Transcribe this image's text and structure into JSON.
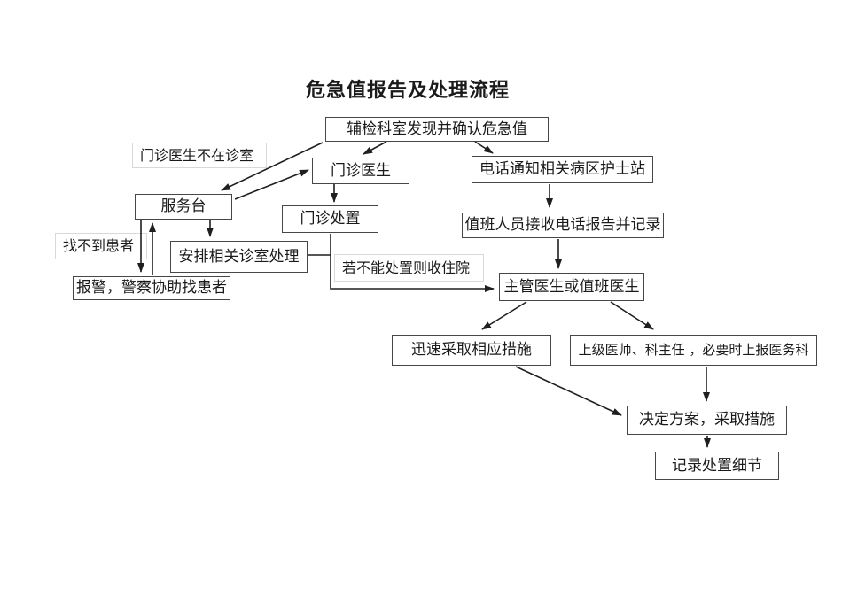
{
  "flowchart": {
    "title": "危急值报告及处理流程",
    "nodes": [
      {
        "id": "lab-confirm",
        "type": "process",
        "label": "辅检科室发现并确认危急值"
      },
      {
        "id": "doctor-absent-note",
        "type": "note",
        "label": "门诊医生不在诊室"
      },
      {
        "id": "outpatient-doctor",
        "type": "process",
        "label": "门诊医生"
      },
      {
        "id": "phone-notify-ward",
        "type": "process",
        "label": "电话通知相关病区护士站"
      },
      {
        "id": "service-desk",
        "type": "process",
        "label": "服务台"
      },
      {
        "id": "outpatient-treatment",
        "type": "process",
        "label": "门诊处置"
      },
      {
        "id": "duty-staff-record",
        "type": "process",
        "label": "值班人员接收电话报告并记录"
      },
      {
        "id": "patient-not-found-note",
        "type": "note",
        "label": "找不到患者"
      },
      {
        "id": "arrange-clinic",
        "type": "process",
        "label": "安排相关诊室处理"
      },
      {
        "id": "call-police",
        "type": "process",
        "label": "报警，警察协助找患者"
      },
      {
        "id": "admit-note",
        "type": "note",
        "label": "若不能处置则收住院"
      },
      {
        "id": "doctor-in-charge",
        "type": "process",
        "label": "主管医生或值班医生"
      },
      {
        "id": "take-measures",
        "type": "process",
        "label": "迅速采取相应措施"
      },
      {
        "id": "senior-doctor",
        "type": "process",
        "label": "上级医师、科主任 ，必要时上报医务科"
      },
      {
        "id": "decide-plan",
        "type": "process",
        "label": "决定方案，采取措施"
      },
      {
        "id": "record-details",
        "type": "process",
        "label": "记录处置细节"
      }
    ],
    "edges": [
      {
        "from": "lab-confirm",
        "to": "service-desk"
      },
      {
        "from": "service-desk",
        "to": "outpatient-doctor"
      },
      {
        "from": "lab-confirm",
        "to": "outpatient-doctor"
      },
      {
        "from": "lab-confirm",
        "to": "phone-notify-ward"
      },
      {
        "from": "outpatient-doctor",
        "to": "outpatient-treatment"
      },
      {
        "from": "phone-notify-ward",
        "to": "duty-staff-record"
      },
      {
        "from": "duty-staff-record",
        "to": "doctor-in-charge"
      },
      {
        "from": "service-desk",
        "to": "call-police"
      },
      {
        "from": "call-police",
        "to": "service-desk"
      },
      {
        "from": "service-desk",
        "to": "arrange-clinic"
      },
      {
        "from": "outpatient-treatment",
        "to": "doctor-in-charge"
      },
      {
        "from": "arrange-clinic",
        "to": "doctor-in-charge"
      },
      {
        "from": "doctor-in-charge",
        "to": "take-measures"
      },
      {
        "from": "doctor-in-charge",
        "to": "senior-doctor"
      },
      {
        "from": "take-measures",
        "to": "decide-plan"
      },
      {
        "from": "senior-doctor",
        "to": "decide-plan"
      },
      {
        "from": "decide-plan",
        "to": "record-details"
      }
    ],
    "colors": {
      "background": "#ffffff",
      "box_border": "#474747",
      "note_border": "#d8d8d8",
      "arrow": "#1f1f1f",
      "text": "#1a1a1a"
    }
  }
}
